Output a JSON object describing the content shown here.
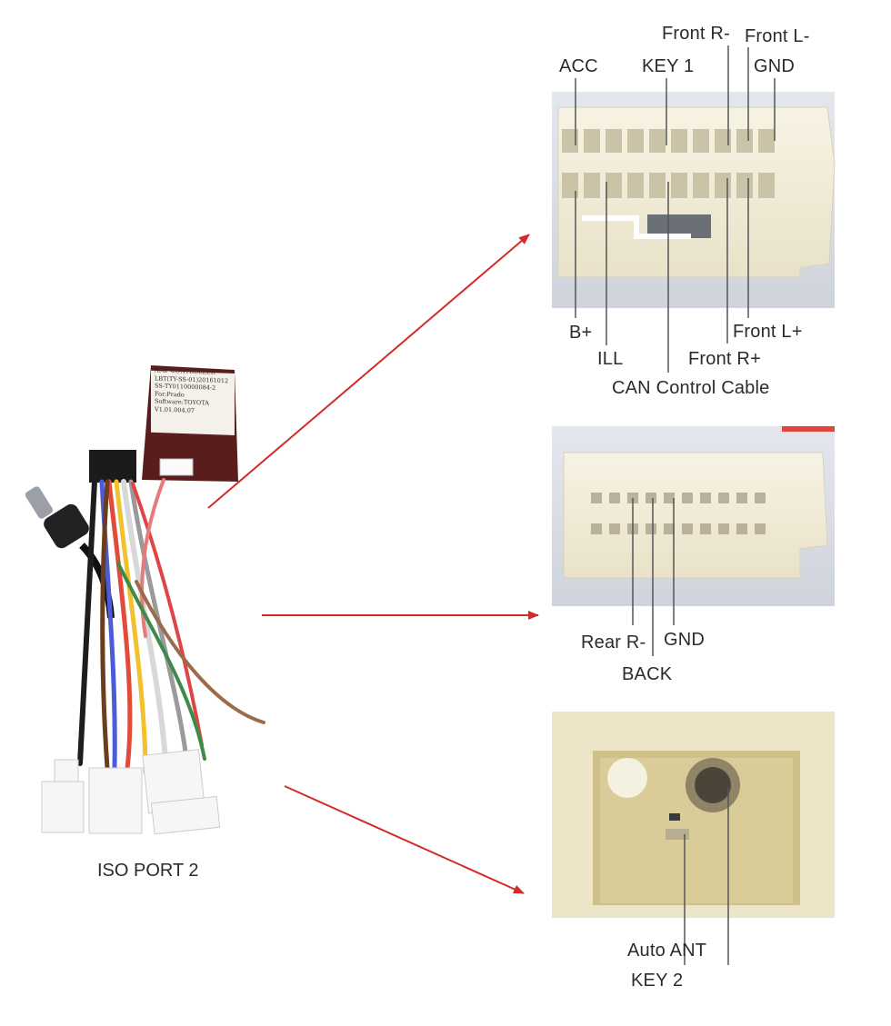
{
  "harness": {
    "caption": "ISO PORT 2",
    "module_label_lines": [
      "AMP CONTROLLER",
      "LBT(TY-SS-01)20161012",
      "SS-TY0110000084-2",
      "For:Prado",
      "Software:TOYOTA V1.01.004.07"
    ]
  },
  "connector_top": {
    "labels": {
      "acc": "ACC",
      "key1": "KEY 1",
      "front_r_minus": "Front R-",
      "front_l_minus": "Front L-",
      "gnd": "GND",
      "b_plus": "B+",
      "ill": "ILL",
      "front_l_plus": "Front L+",
      "front_r_plus": "Front R+",
      "can": "CAN Control Cable"
    }
  },
  "connector_middle": {
    "labels": {
      "rear_r_minus": "Rear R-",
      "gnd": "GND",
      "back": "BACK"
    }
  },
  "connector_bottom": {
    "labels": {
      "auto_ant": "Auto ANT",
      "key2": "KEY 2"
    }
  },
  "colors": {
    "arrow": "#d42a2a",
    "leader": "#555555",
    "connector_body": "#f3f0e6",
    "photo_bg": "#dcdfe6"
  }
}
